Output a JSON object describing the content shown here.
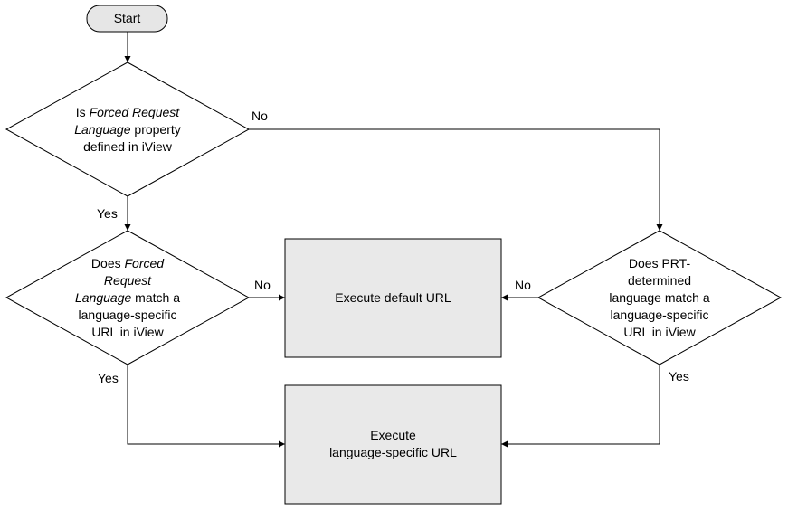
{
  "start": "Start",
  "d1": {
    "l1": [
      "Is ",
      "Forced Request"
    ],
    "l2": [
      "Language",
      " property"
    ],
    "l3": "defined in iView"
  },
  "d2": {
    "l1": [
      "Does ",
      "Forced"
    ],
    "l2": "Request",
    "l3": [
      "Language",
      " match a"
    ],
    "l4": "language-specific",
    "l5": "URL in iView"
  },
  "d3": {
    "l1": "Does PRT-",
    "l2": "determined",
    "l3": "language match a",
    "l4": "language-specific",
    "l5": "URL in iView"
  },
  "box_default": "Execute default URL",
  "box_lang": {
    "l1": "Execute",
    "l2": "language-specific URL"
  },
  "edges": {
    "yes": "Yes",
    "no": "No"
  },
  "colors": {
    "box_fill": "#e9e9e9",
    "start_fill": "#e6e6e6",
    "line": "#000000"
  }
}
